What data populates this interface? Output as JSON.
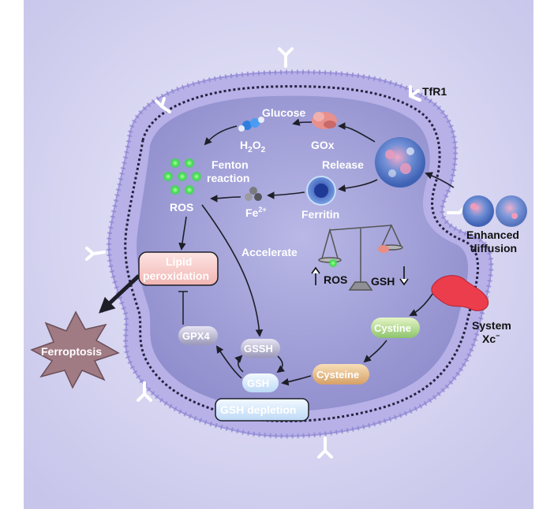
{
  "labels": {
    "tfr1": "TfR1",
    "glucose": "Glucose",
    "h2o2_main": "H",
    "h2o2_sub1": "2",
    "h2o2_mid": "O",
    "h2o2_sub2": "2",
    "gox": "GOx",
    "release": "Release",
    "fenton_line1": "Fenton",
    "fenton_line2": "reaction",
    "ros_top": "ROS",
    "fe_main": "Fe",
    "fe_sup": "2+",
    "ferritin": "Ferritin",
    "enhanced_line1": "Enhanced",
    "enhanced_line2": "diffusion",
    "accelerate": "Accelerate",
    "lipid_line1": "Lipid",
    "lipid_line2": "peroxidation",
    "ros_balance": "ROS",
    "gsh_balance": "GSH",
    "system_line1": "System",
    "system_line2_main": "Xc",
    "system_line2_sup": "−",
    "gpx4": "GPX4",
    "gssh": "GSSH",
    "gsh": "GSH",
    "cystine": "Cystine",
    "cysteine": "Cysteine",
    "ferroptosis": "Ferroptosis",
    "gsh_depletion": "GSH depletion"
  },
  "colors": {
    "background": "#cfcdee",
    "cell_fill": "#a9a7dd",
    "membrane": "#b4aee6",
    "lipid_pill": "#f7c9c7",
    "depletion_pill": "#cfe6fb",
    "ros_green": "#3ddc4c",
    "ferroptosis_star": "#a07b84"
  }
}
